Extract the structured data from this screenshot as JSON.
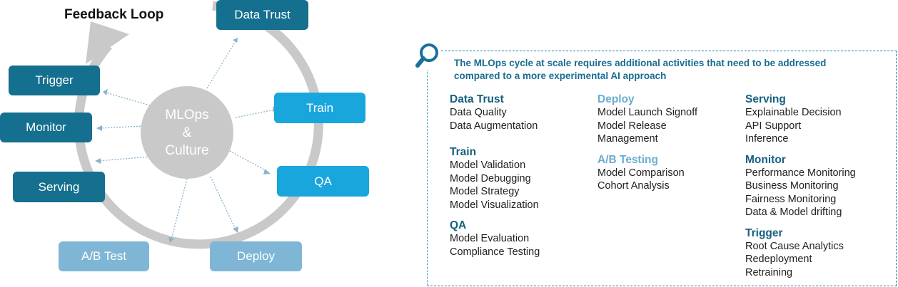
{
  "cycle": {
    "title": "Feedback Loop",
    "hub_lines": [
      "MLOps",
      "&",
      "Culture"
    ],
    "stages": {
      "data_trust": "Data Trust",
      "train": "Train",
      "qa": "QA",
      "deploy": "Deploy",
      "ab_test": "A/B Test",
      "serving": "Serving",
      "monitor": "Monitor",
      "trigger": "Trigger"
    },
    "colors": {
      "dark": "#156f8f",
      "bright": "#19a6dd",
      "pale": "#7fb6d6",
      "hub": "#c9c9c9",
      "ring": "#c9c9c9"
    }
  },
  "panel": {
    "heading_line1": "The MLOps cycle at scale requires additional activities that need to be addressed",
    "heading_line2": "compared to a more experimental AI approach",
    "columns": [
      [
        {
          "title": "Data  Trust",
          "items": [
            "Data Quality",
            "Data Augmentation"
          ]
        },
        {
          "title": "Train",
          "items": [
            "Model Validation",
            "Model Debugging",
            "Model Strategy",
            "Model Visualization"
          ]
        },
        {
          "title": "QA",
          "items": [
            "Model Evaluation",
            "Compliance Testing"
          ]
        }
      ],
      [
        {
          "title": "Deploy",
          "items": [
            "Model Launch Signoff",
            "Model Release",
            "Management"
          ]
        },
        {
          "title": "A/B Testing",
          "items": [
            "Model Comparison",
            "Cohort Analysis"
          ]
        }
      ],
      [
        {
          "title": "Serving",
          "items": [
            "Explainable Decision",
            "API Support",
            "Inference"
          ]
        },
        {
          "title": "Monitor",
          "items": [
            "Performance Monitoring",
            "Business Monitoring",
            "Fairness Monitoring",
            "Data & Model drifting"
          ]
        },
        {
          "title": "Trigger",
          "items": [
            "Root Cause Analytics",
            "Redeployment",
            "Retraining"
          ]
        }
      ]
    ]
  }
}
